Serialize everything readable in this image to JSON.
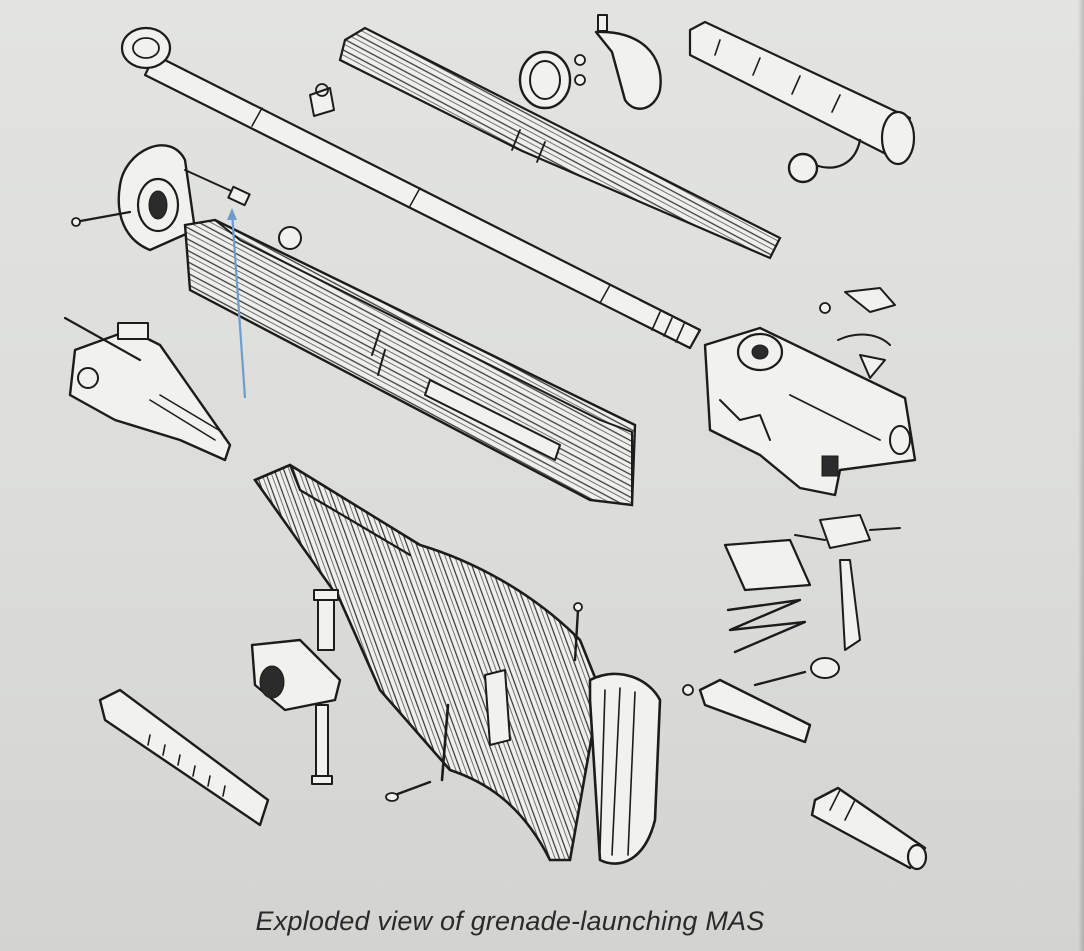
{
  "caption": "Exploded view of grenade-launching MAS",
  "colors": {
    "paper": "#dcddda",
    "ink": "#1c1c1c",
    "pointer_line": "#6d9ccd"
  },
  "parts": [
    "barrel",
    "upper-handguard",
    "barrel-band",
    "bolt",
    "front-sight-block",
    "front-sight-cap",
    "lower-handguard",
    "grenade-sight",
    "receiver",
    "trigger-parts",
    "buttstock",
    "lower-band",
    "cleaning-rod",
    "magazine-follower-spring",
    "floorplate",
    "grenade-launcher-muzzle"
  ]
}
